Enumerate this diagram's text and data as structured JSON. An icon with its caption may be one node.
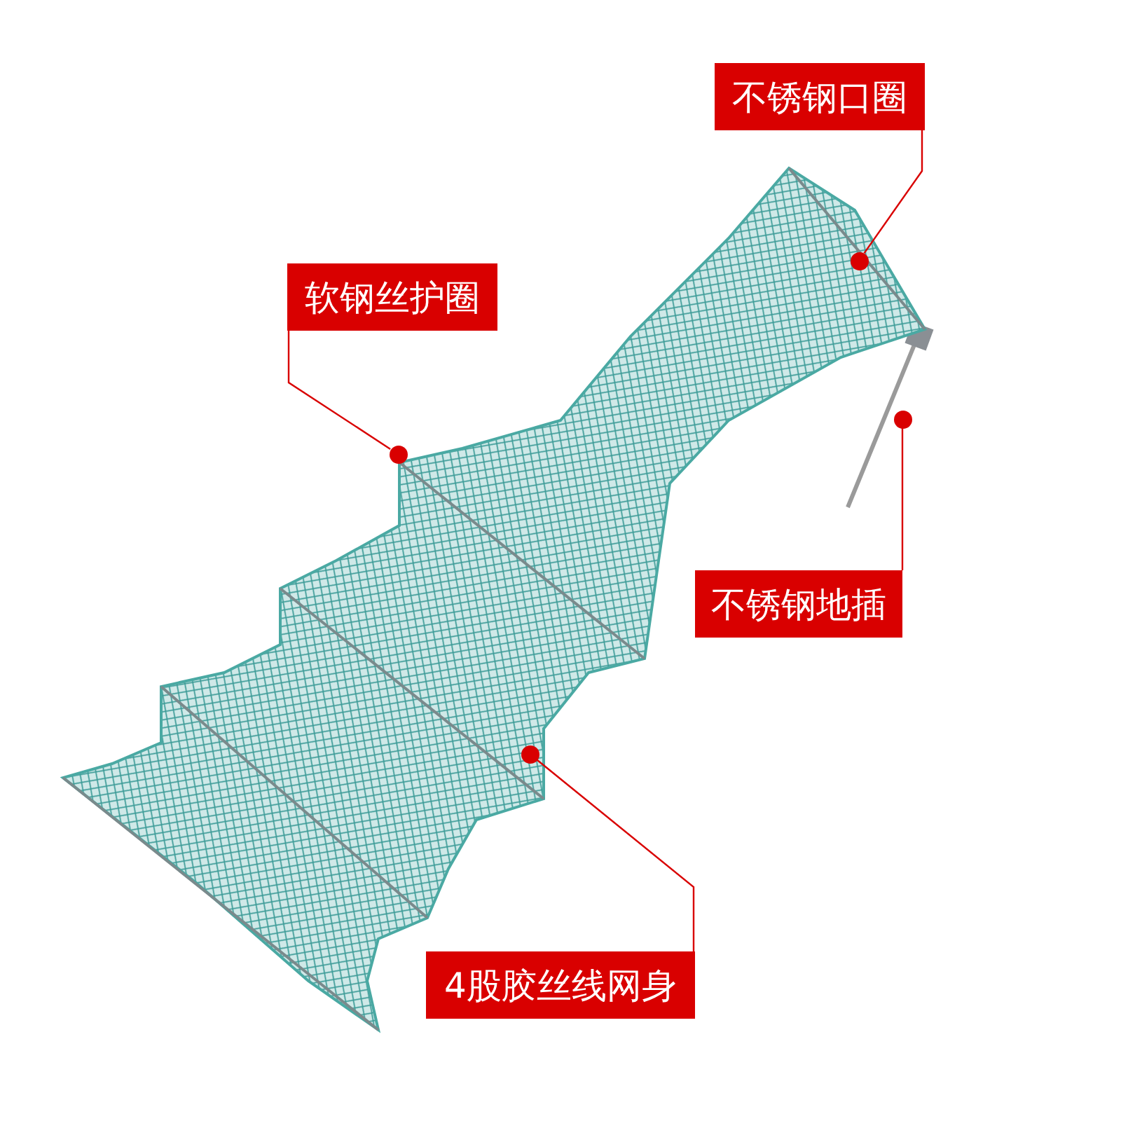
{
  "diagram": {
    "nodes": [
      {
        "text": [
          "不锈钢口圈"
        ]
      },
      {
        "text": [
          "软钢丝护圈"
        ]
      },
      {
        "text": [
          "不锈钢地插"
        ]
      },
      {
        "text": [
          "4股胶丝线网身"
        ]
      },
      {
        "text": [],
        "shape": "circle"
      },
      {
        "text": [],
        "shape": "circle"
      },
      {
        "text": [],
        "shape": "circle"
      },
      {
        "text": [],
        "shape": "circle"
      }
    ],
    "edges": [
      {
        "from": 0,
        "to": 4,
        "arrow": "none"
      },
      {
        "from": 1,
        "to": 5,
        "arrow": "none"
      },
      {
        "from": 2,
        "to": 6,
        "arrow": "none"
      },
      {
        "from": 3,
        "to": 7,
        "arrow": "none"
      }
    ]
  }
}
